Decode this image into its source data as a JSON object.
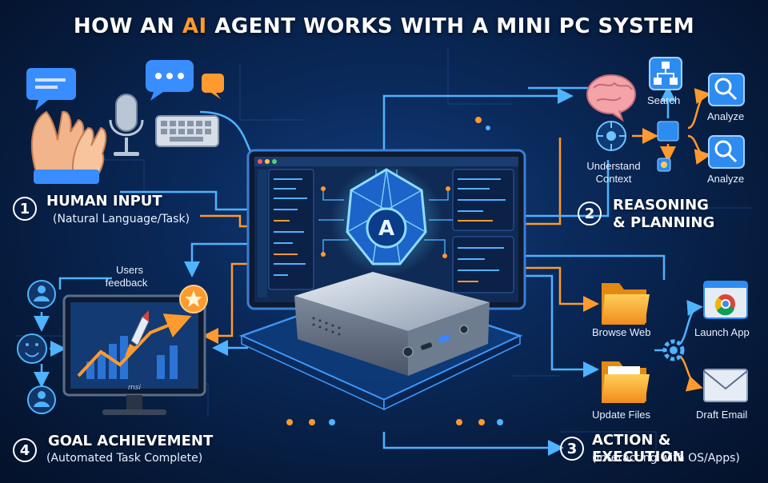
{
  "title": {
    "before": "HOW AN ",
    "highlight": "AI",
    "after": " AGENT WORKS WITH A MINI PC SYSTEM"
  },
  "steps": [
    {
      "number": "1",
      "heading": "HUMAN INPUT",
      "detail": "(Natural Language/Task)"
    },
    {
      "number": "2",
      "heading_line1": "REASONING",
      "heading_line2": "& PLANNING"
    },
    {
      "number": "3",
      "heading": "ACTION & EXECUTION",
      "detail": "(interacting with OS/Apps)"
    },
    {
      "number": "4",
      "heading": "GOAL ACHIEVEMENT",
      "detail": "(Automated Task Complete)"
    }
  ],
  "reasoning": {
    "search": "Search",
    "analyze_1": "Analyze",
    "analyze_2": "Analyze",
    "understand_line1": "Understand",
    "understand_line2": "Context"
  },
  "actions": {
    "browse_web": "Browse Web",
    "launch_app": "Launch App",
    "update_files": "Update Files",
    "draft_email": "Draft Email"
  },
  "feedback": {
    "line1": "Users",
    "line2": "feedback"
  },
  "monitor_brand": "msi",
  "center_logo_letter": "A",
  "colors": {
    "accent_orange": "#ff9a2e",
    "wire_blue": "#4fb3ff",
    "background": "#0a2a5c"
  }
}
